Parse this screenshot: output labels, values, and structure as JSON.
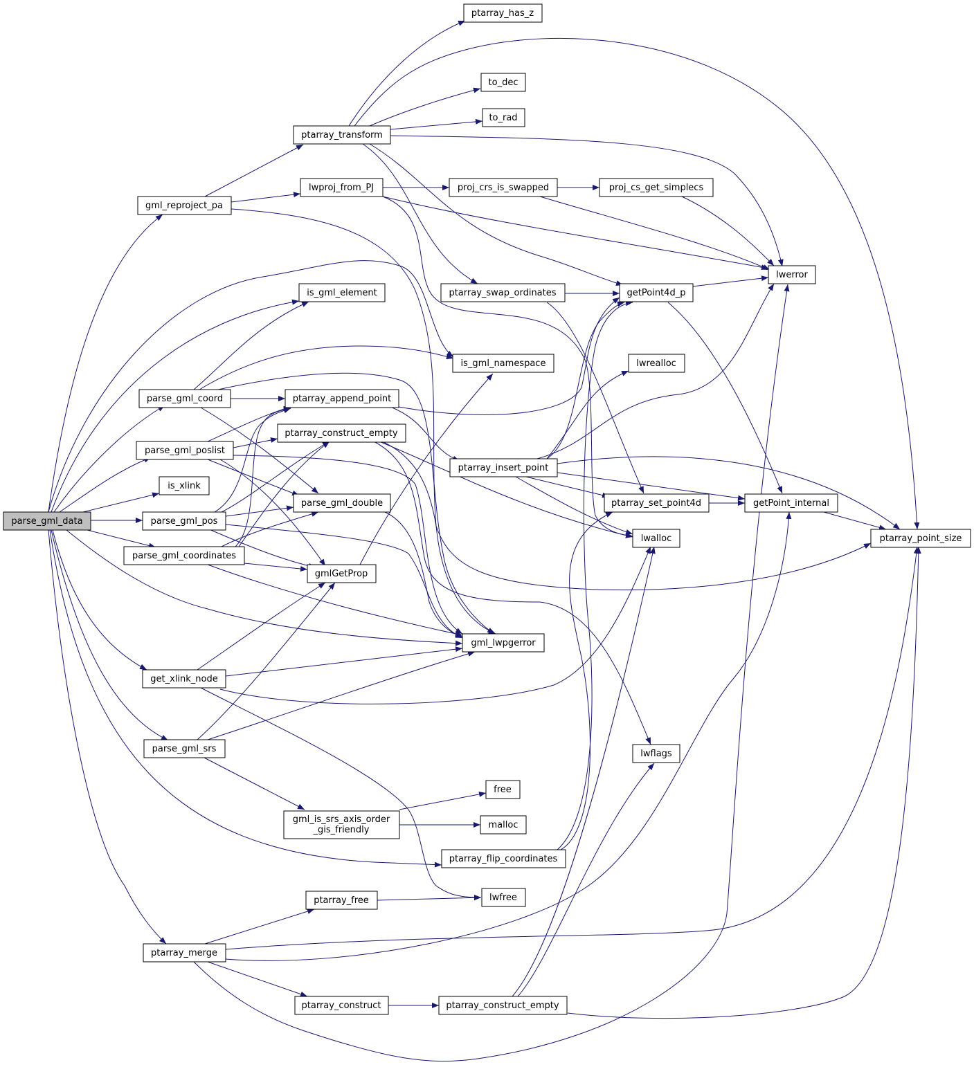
{
  "graph": {
    "nodes": [
      {
        "id": "parse_gml_data",
        "label": "parse_gml_data"
      },
      {
        "id": "gml_reproject_pa",
        "label": "gml_reproject_pa"
      },
      {
        "id": "ptarray_has_z",
        "label": "ptarray_has_z"
      },
      {
        "id": "to_dec",
        "label": "to_dec"
      },
      {
        "id": "to_rad",
        "label": "to_rad"
      },
      {
        "id": "ptarray_transform",
        "label": "ptarray_transform"
      },
      {
        "id": "lwproj_from_PJ",
        "label": "lwproj_from_PJ"
      },
      {
        "id": "proj_crs_is_swapped",
        "label": "proj_crs_is_swapped"
      },
      {
        "id": "proj_cs_get_simplecs",
        "label": "proj_cs_get_simplecs"
      },
      {
        "id": "lwerror",
        "label": "lwerror"
      },
      {
        "id": "is_gml_element",
        "label": "is_gml_element"
      },
      {
        "id": "ptarray_swap_ordinates",
        "label": "ptarray_swap_ordinates"
      },
      {
        "id": "getPoint4d_p",
        "label": "getPoint4d_p"
      },
      {
        "id": "is_gml_namespace",
        "label": "is_gml_namespace"
      },
      {
        "id": "lwrealloc",
        "label": "lwrealloc"
      },
      {
        "id": "parse_gml_coord",
        "label": "parse_gml_coord"
      },
      {
        "id": "ptarray_append_point",
        "label": "ptarray_append_point"
      },
      {
        "id": "ptarray_construct_empty_1",
        "label": "ptarray_construct_empty"
      },
      {
        "id": "parse_gml_poslist",
        "label": "parse_gml_poslist"
      },
      {
        "id": "ptarray_insert_point",
        "label": "ptarray_insert_point"
      },
      {
        "id": "is_xlink",
        "label": "is_xlink"
      },
      {
        "id": "parse_gml_double",
        "label": "parse_gml_double"
      },
      {
        "id": "ptarray_set_point4d",
        "label": "ptarray_set_point4d"
      },
      {
        "id": "getPoint_internal",
        "label": "getPoint_internal"
      },
      {
        "id": "parse_gml_pos",
        "label": "parse_gml_pos"
      },
      {
        "id": "lwalloc",
        "label": "lwalloc"
      },
      {
        "id": "ptarray_point_size",
        "label": "ptarray_point_size"
      },
      {
        "id": "parse_gml_coordinates",
        "label": "parse_gml_coordinates"
      },
      {
        "id": "gmlGetProp",
        "label": "gmlGetProp"
      },
      {
        "id": "gml_lwpgerror",
        "label": "gml_lwpgerror"
      },
      {
        "id": "get_xlink_node",
        "label": "get_xlink_node"
      },
      {
        "id": "parse_gml_srs",
        "label": "parse_gml_srs"
      },
      {
        "id": "lwflags",
        "label": "lwflags"
      },
      {
        "id": "free",
        "label": "free"
      },
      {
        "id": "gml_is_srs_axis_order_gis_friendly",
        "label": "gml_is_srs_axis_order\n_gis_friendly"
      },
      {
        "id": "malloc",
        "label": "malloc"
      },
      {
        "id": "ptarray_flip_coordinates",
        "label": "ptarray_flip_coordinates"
      },
      {
        "id": "lwfree",
        "label": "lwfree"
      },
      {
        "id": "ptarray_free",
        "label": "ptarray_free"
      },
      {
        "id": "ptarray_merge",
        "label": "ptarray_merge"
      },
      {
        "id": "ptarray_construct",
        "label": "ptarray_construct"
      },
      {
        "id": "ptarray_construct_empty_2",
        "label": "ptarray_construct_empty"
      }
    ]
  }
}
